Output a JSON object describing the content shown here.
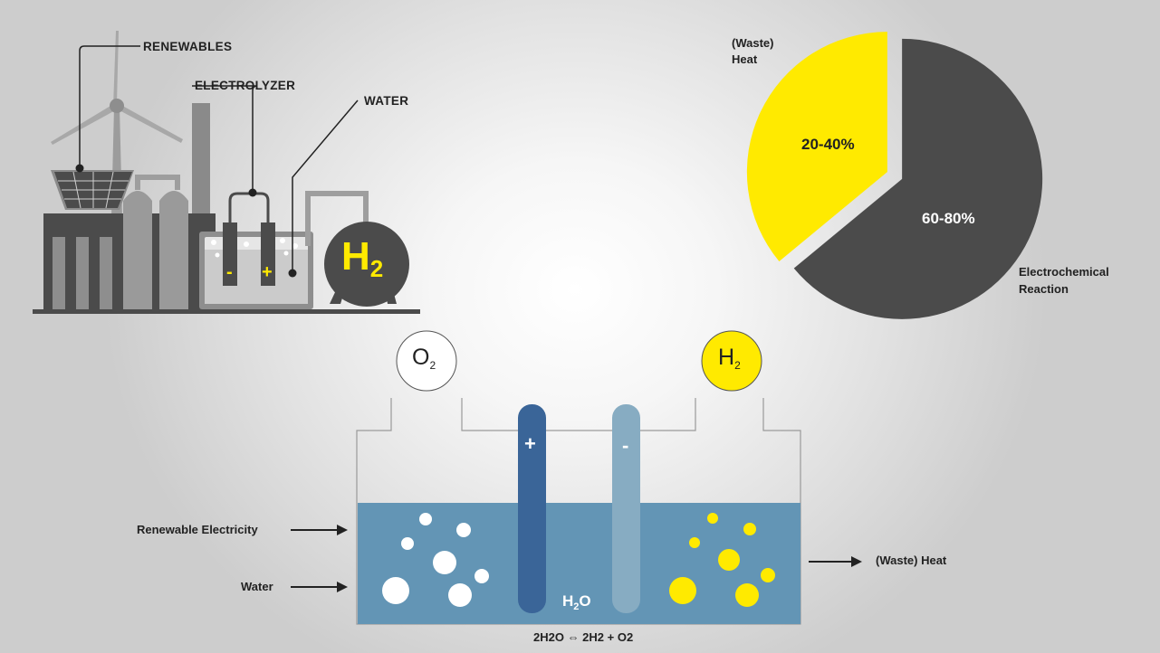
{
  "plant_labels": {
    "renewables": "RENEWABLES",
    "electrolyzer": "ELECTROLYZER",
    "water": "WATER",
    "tank_symbol": "H",
    "tank_subscript": "2",
    "minus": "-",
    "plus": "+"
  },
  "pie": {
    "heat_label_line1": "(Waste)",
    "heat_label_line2": "Heat",
    "heat_value": "20-40%",
    "reaction_label_line1": "Electrochemical",
    "reaction_label_line2": "Reaction",
    "reaction_value": "60-80%"
  },
  "chart_data": {
    "type": "pie",
    "slices": [
      {
        "label": "(Waste) Heat",
        "value_text": "20-40%",
        "share": 0.36,
        "color": "#ffea00"
      },
      {
        "label": "Electrochemical Reaction",
        "value_text": "60-80%",
        "share": 0.64,
        "color": "#4b4b4b"
      }
    ]
  },
  "cell": {
    "o2_symbol": "O",
    "o2_subscript": "2",
    "h2_symbol": "H",
    "h2_subscript": "2",
    "anode_sign": "+",
    "cathode_sign": "-",
    "water_symbol": "H",
    "water_subscript": "2",
    "water_tail": "O",
    "input_electricity": "Renewable Electricity",
    "input_water": "Water",
    "output_heat": "(Waste) Heat",
    "equation": "2H2O ⇔ 2H2 + O2"
  },
  "colors": {
    "yellow": "#ffea00",
    "dark_gray": "#4b4b4b",
    "water": "#6395b5",
    "anode": "#3a6598",
    "cathode": "#87acc2"
  }
}
